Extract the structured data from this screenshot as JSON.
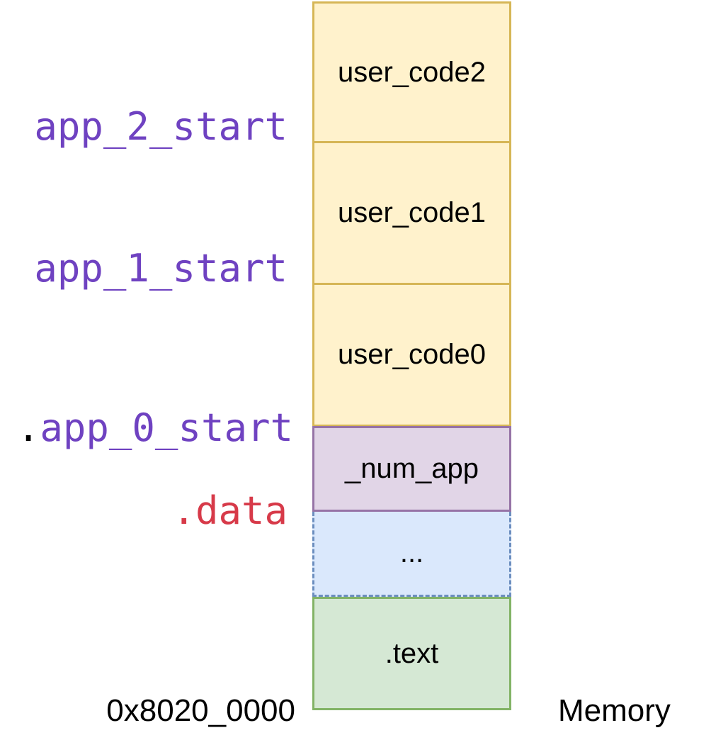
{
  "colors": {
    "user_code_fill": "#fff2cc",
    "user_code_border": "#d6b656",
    "num_app_fill": "#e1d5e7",
    "num_app_border": "#9673a6",
    "ellipsis_fill": "#dae8fc",
    "ellipsis_border": "#6c8ebf",
    "text_fill": "#d5e8d4",
    "text_border": "#82b366",
    "symbol_purple": "#6f42c1",
    "section_red": "#d73a49"
  },
  "memory": {
    "blocks": [
      {
        "label": "user_code2"
      },
      {
        "label": "user_code1"
      },
      {
        "label": "user_code0"
      },
      {
        "label": "_num_app"
      },
      {
        "label": "..."
      },
      {
        "label": ".text"
      }
    ],
    "base_address": "0x8020_0000",
    "title": "Memory"
  },
  "symbols": {
    "app_2_start": "app_2_start",
    "app_1_start": "app_1_start",
    "app_0_start_dot": ".",
    "app_0_start": "app_0_start",
    "data_section": ".data"
  }
}
